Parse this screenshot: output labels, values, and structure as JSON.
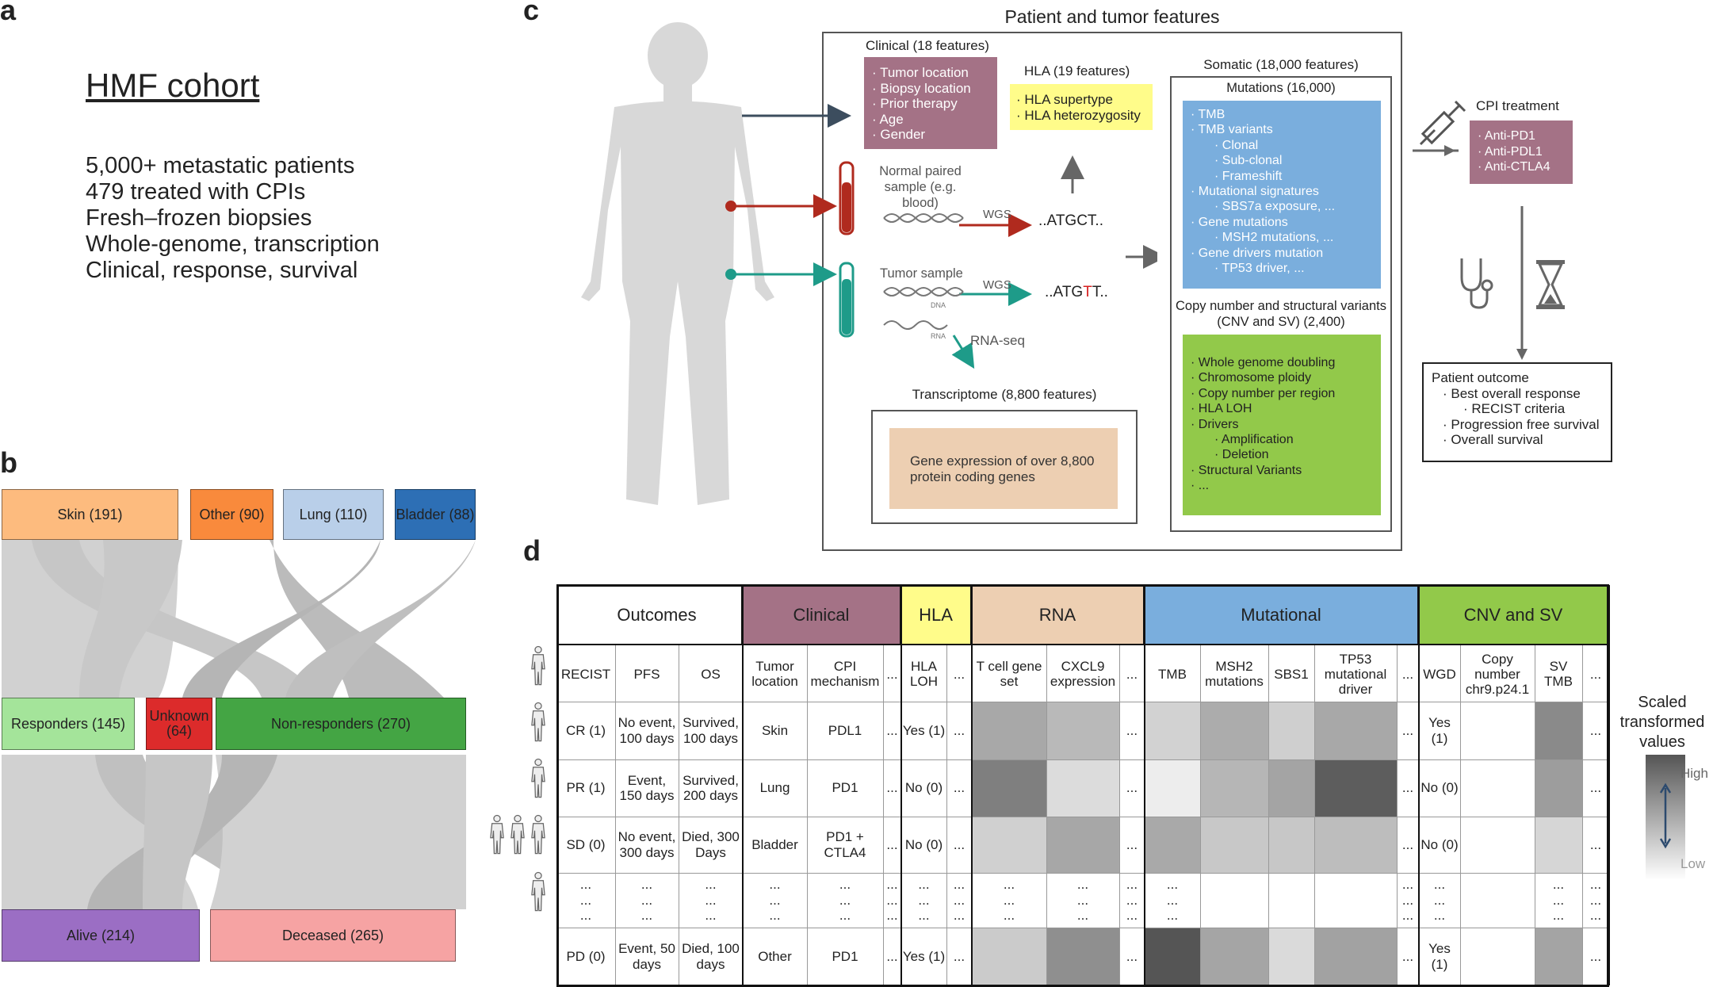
{
  "panels": {
    "a": "a",
    "b": "b",
    "c": "c",
    "d": "d"
  },
  "panel_a": {
    "title": "HMF cohort",
    "lines": [
      "5,000+ metastatic patients",
      "479 treated with CPIs",
      "Fresh–frozen biopsies",
      "Whole-genome, transcription",
      "Clinical, response, survival"
    ]
  },
  "panel_b": {
    "top": [
      {
        "label": "Skin (191)",
        "color": "#fdbb7e"
      },
      {
        "label": "Other (90)",
        "color": "#f98a3c"
      },
      {
        "label": "Lung (110)",
        "color": "#b9cfe9"
      },
      {
        "label": "Bladder (88)",
        "color": "#2d6fb5"
      }
    ],
    "middle": [
      {
        "label": "Responders (145)",
        "color": "#a4e49a"
      },
      {
        "label": "Unknown (64)",
        "color": "#dc2b2b"
      },
      {
        "label": "Non-responders (270)",
        "color": "#44a544"
      }
    ],
    "bottom": [
      {
        "label": "Alive (214)",
        "color": "#9b6ec4"
      },
      {
        "label": "Deceased (265)",
        "color": "#f6a3a3"
      }
    ]
  },
  "panel_c": {
    "title": "Patient and tumor features",
    "clinical": {
      "title": "Clinical (18 features)",
      "items": [
        "Tumor location",
        "Biopsy location",
        "Prior therapy",
        "Age",
        "Gender"
      ],
      "color": "#a47286"
    },
    "hla": {
      "title": "HLA (19 features)",
      "items": [
        "HLA supertype",
        "HLA heterozygosity"
      ],
      "color": "#fffc8a"
    },
    "normal_sample": "Normal paired sample (e.g. blood)",
    "tumor_sample": "Tumor sample",
    "wgs1": "WGS",
    "wgs2": "WGS",
    "seq_normal": "..ATGCT..",
    "seq_tumor_pre": "..ATG",
    "seq_tumor_mut": "T",
    "seq_tumor_post": "T..",
    "rnaseq": "RNA-seq",
    "dna_tag": "DNA",
    "rna_tag": "RNA",
    "transcriptome": {
      "title": "Transcriptome (8,800 features)",
      "text": "Gene expression of over 8,800 protein coding genes",
      "color": "#edcfb2"
    },
    "somatic": {
      "title": "Somatic (18,000 features)",
      "mutations_title": "Mutations (16,000)"
    },
    "mutations": {
      "color": "#7aaedd",
      "items": [
        {
          "t": "TMB",
          "lvl": 0
        },
        {
          "t": "TMB variants",
          "lvl": 0
        },
        {
          "t": "Clonal",
          "lvl": 1
        },
        {
          "t": "Sub-clonal",
          "lvl": 1
        },
        {
          "t": "Frameshift",
          "lvl": 1
        },
        {
          "t": "Mutational signatures",
          "lvl": 0
        },
        {
          "t": "SBS7a exposure, ...",
          "lvl": 1
        },
        {
          "t": "Gene mutations",
          "lvl": 0
        },
        {
          "t": "MSH2 mutations, ...",
          "lvl": 1
        },
        {
          "t": "Gene drivers mutation",
          "lvl": 0
        },
        {
          "t": "TP53 driver, ...",
          "lvl": 1
        }
      ]
    },
    "cnv": {
      "title": "Copy number and structural variants (CNV and SV) (2,400)",
      "color": "#92c94a",
      "items": [
        {
          "t": "Whole genome doubling",
          "lvl": 0
        },
        {
          "t": "Chromosome ploidy",
          "lvl": 0
        },
        {
          "t": "Copy number per region",
          "lvl": 0
        },
        {
          "t": "HLA LOH",
          "lvl": 0
        },
        {
          "t": "Drivers",
          "lvl": 0
        },
        {
          "t": "Amplification",
          "lvl": 1
        },
        {
          "t": "Deletion",
          "lvl": 1
        },
        {
          "t": "Structural Variants",
          "lvl": 0
        },
        {
          "t": "...",
          "lvl": 0
        }
      ]
    },
    "cpi": {
      "title": "CPI treatment",
      "items": [
        "Anti-PD1",
        "Anti-PDL1",
        "Anti-CTLA4"
      ],
      "color": "#a47286"
    },
    "outcome": {
      "title": "Patient outcome",
      "items": [
        {
          "t": "Best overall response",
          "lvl": 0
        },
        {
          "t": "RECIST criteria",
          "lvl": 1
        },
        {
          "t": "Progression free survival",
          "lvl": 0
        },
        {
          "t": "Overall survival",
          "lvl": 0
        }
      ]
    }
  },
  "panel_d": {
    "groups": [
      {
        "label": "Outcomes",
        "color": "#ffffff"
      },
      {
        "label": "Clinical",
        "color": "#a47286"
      },
      {
        "label": "HLA",
        "color": "#fffc8a"
      },
      {
        "label": "RNA",
        "color": "#edcfb2"
      },
      {
        "label": "Mutational",
        "color": "#7aaedd"
      },
      {
        "label": "CNV and SV",
        "color": "#92c94a"
      }
    ],
    "columns": [
      "RECIST",
      "PFS",
      "OS",
      "Tumor location",
      "CPI mechanism",
      "...",
      "HLA LOH",
      "...",
      "T cell gene set",
      "CXCL9 expression",
      "...",
      "TMB",
      "MSH2 mutations",
      "SBS1",
      "TP53 mutational driver",
      "...",
      "WGD",
      "Copy number chr9.p24.1",
      "SV TMB",
      "..."
    ],
    "rows": [
      [
        "CR (1)",
        "No event, 100 days",
        "Survived, 100 days",
        "Skin",
        "PDL1",
        "...",
        "Yes (1)",
        "...",
        "",
        "",
        "...",
        "",
        "",
        "",
        "",
        "...",
        "Yes (1)",
        "",
        "",
        "..."
      ],
      [
        "PR (1)",
        "Event, 150 days",
        "Survived, 200 days",
        "Lung",
        "PD1",
        "...",
        "No (0)",
        "...",
        "",
        "",
        "...",
        "",
        "",
        "",
        "",
        "...",
        "No (0)",
        "",
        "",
        "..."
      ],
      [
        "SD (0)",
        "No event, 300 days",
        "Died, 300 Days",
        "Bladder",
        "PD1 + CTLA4",
        "...",
        "No (0)",
        "...",
        "",
        "",
        "...",
        "",
        "",
        "",
        "",
        "...",
        "No (0)",
        "",
        "",
        "..."
      ],
      [
        "...\n...\n...",
        "...\n...\n...",
        "...\n...\n...",
        "...\n...\n...",
        "...\n...\n...",
        "...\n...\n...",
        "...\n...\n...",
        "...\n...\n...",
        "...\n...\n...",
        "...\n...\n...",
        "...\n...\n...",
        "...\n...\n...",
        "",
        "",
        "",
        "...\n...\n...",
        "...\n...\n...",
        "",
        "...\n...\n...",
        "...\n...\n..."
      ],
      [
        "PD (0)",
        "Event, 50 days",
        "Died, 100 days",
        "Other",
        "PD1",
        "...",
        "Yes (1)",
        "...",
        "",
        "",
        "...",
        "",
        "",
        "",
        "",
        "...",
        "Yes (1)",
        "",
        "",
        "..."
      ]
    ],
    "heat_colors": [
      [
        "#a8a8a8",
        "#b9b9b9",
        "#d2d2d2",
        "#acacac",
        "#cfcfcf",
        "#a8a8a8",
        "#8a8a8a"
      ],
      [
        "#7f7f7f",
        "#dcdcdc",
        "#ededed",
        "#b6b6b6",
        "#a4a4a4",
        "#5d5d5d",
        "#9d9d9d"
      ],
      [
        "#d0d0d0",
        "#a7a7a7",
        "#a9a9a9",
        "#c8c8c8",
        "#c7c7c7",
        "#bdbdbd",
        "#d6d6d6"
      ],
      [
        "#ffffff",
        "#ffffff",
        "#ffffff",
        "#ffffff",
        "#ffffff",
        "#ffffff",
        "#ffffff"
      ],
      [
        "#cbcbcb",
        "#8f8f8f",
        "#555555",
        "#a5a5a5",
        "#dadada",
        "#a2a2a2",
        "#a4a4a4"
      ]
    ],
    "legend": {
      "title": "Scaled transformed values",
      "high": "High",
      "low": "Low"
    }
  }
}
